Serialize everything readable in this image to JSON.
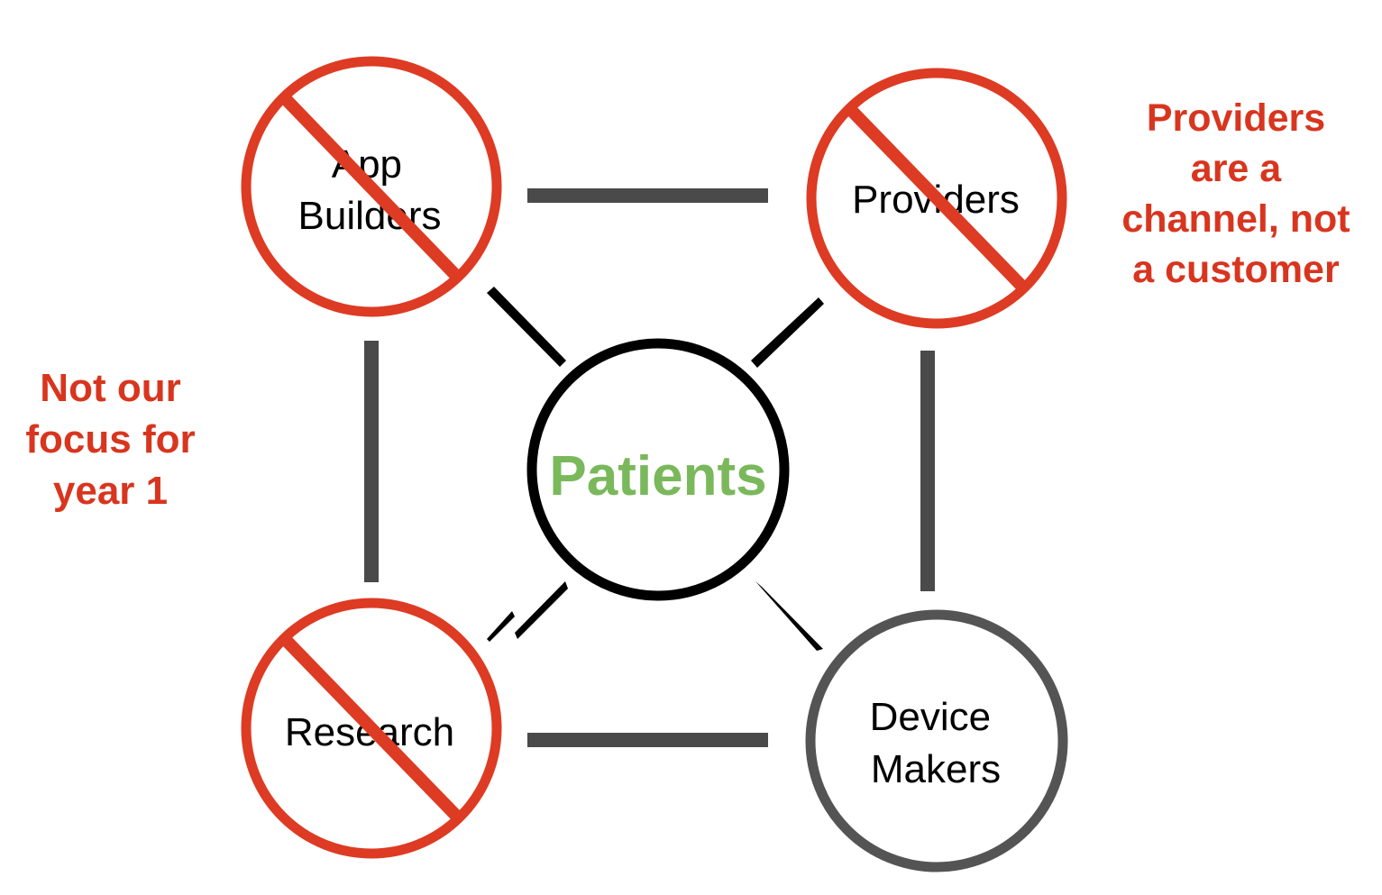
{
  "diagram": {
    "center": {
      "label": "Patients",
      "color": "#7ab85c"
    },
    "nodes": {
      "app_builders": {
        "lines": [
          "App",
          "Builders"
        ],
        "crossed_out": true
      },
      "providers": {
        "lines": [
          "Providers"
        ],
        "crossed_out": true
      },
      "research": {
        "lines": [
          "Research"
        ],
        "crossed_out": true
      },
      "device_makers": {
        "lines": [
          "Device",
          "Makers"
        ],
        "crossed_out": false
      }
    }
  },
  "annotations": {
    "left": {
      "lines": [
        "Not our",
        "focus for",
        "year 1"
      ]
    },
    "right": {
      "lines": [
        "Providers",
        "are a",
        "channel, not",
        "a customer"
      ]
    }
  },
  "colors": {
    "prohibited": "#dd3b23",
    "connector": "#4a4a4a",
    "center_ring": "#000000",
    "device_ring": "#545454",
    "annotation_text": "#d8351f"
  },
  "icons": {
    "prohibited": "prohibited-icon"
  }
}
